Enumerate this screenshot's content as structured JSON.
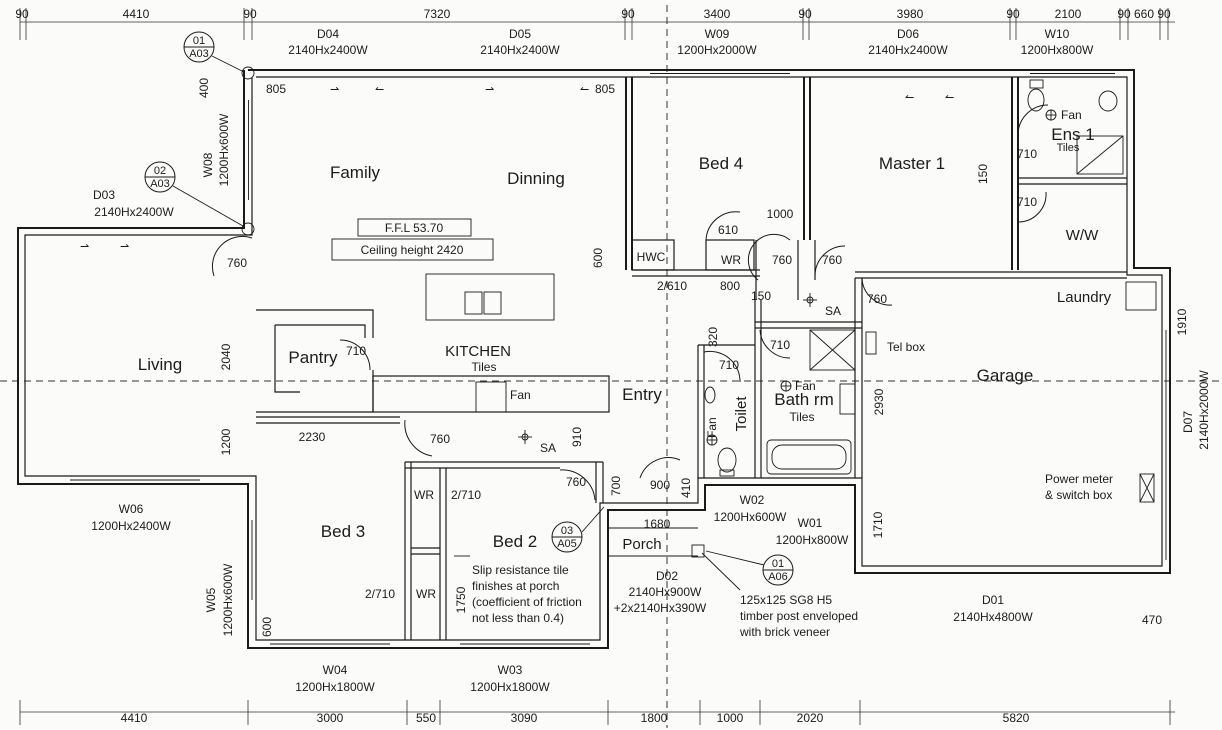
{
  "dimensions": {
    "top": [
      "90",
      "4410",
      "90",
      "7320",
      "90",
      "3400",
      "90",
      "3980",
      "90",
      "2100",
      "90",
      "660",
      "90"
    ],
    "bottom": [
      "4410",
      "3000",
      "550",
      "3090",
      "1800",
      "1000",
      "2020",
      "5820"
    ],
    "misc": {
      "d400": "400",
      "d805a": "805",
      "d805b": "805",
      "d1000": "1000",
      "d610": "610",
      "d600": "600",
      "d800": "800",
      "d150a": "150",
      "d150b": "150",
      "d2040": "2040",
      "d1200": "1200",
      "d2230": "2230",
      "d910": "910",
      "d700": "700",
      "d410": "410",
      "d1680": "1680",
      "d320": "320",
      "d2930": "2930",
      "d1910": "1910",
      "d1710": "1710",
      "d470": "470",
      "d1750": "1750",
      "d600b": "600",
      "d2_610": "2/610",
      "d2_710a": "2/710",
      "d2_710b": "2/710"
    },
    "doors": {
      "d760a": "760",
      "d760b": "760",
      "d760c": "760",
      "d760d": "760",
      "d760e": "760",
      "d760f": "760",
      "d710a": "710",
      "d710b": "710",
      "d710c": "710",
      "d710d": "710",
      "d710e": "710",
      "d900": "900"
    }
  },
  "openings": {
    "d04": {
      "name": "D04",
      "size": "2140Hx2400W"
    },
    "d05": {
      "name": "D05",
      "size": "2140Hx2400W"
    },
    "w09": {
      "name": "W09",
      "size": "1200Hx2000W"
    },
    "d06": {
      "name": "D06",
      "size": "2140Hx2400W"
    },
    "w10": {
      "name": "W10",
      "size": "1200Hx800W"
    },
    "w08": {
      "name": "W08",
      "size": "1200Hx600W"
    },
    "d03": {
      "name": "D03",
      "size": "2140Hx2400W"
    },
    "w06": {
      "name": "W06",
      "size": "1200Hx2400W"
    },
    "w05": {
      "name": "W05",
      "size": "1200Hx600W"
    },
    "w04": {
      "name": "W04",
      "size": "1200Hx1800W"
    },
    "w03": {
      "name": "W03",
      "size": "1200Hx1800W"
    },
    "d02": {
      "name": "D02",
      "size": "2140Hx900W",
      "size2": "+2x2140Hx390W"
    },
    "w02": {
      "name": "W02",
      "size": "1200Hx600W"
    },
    "w01": {
      "name": "W01",
      "size": "1200Hx800W"
    },
    "d01": {
      "name": "D01",
      "size": "2140Hx4800W"
    },
    "d07": {
      "name": "D07",
      "size": "2140Hx2000W"
    }
  },
  "rooms": {
    "family": "Family",
    "dinning": "Dinning",
    "bed4": "Bed 4",
    "master": "Master 1",
    "ens": "Ens 1",
    "ens_tiles": "Tiles",
    "ww": "W/W",
    "living": "Living",
    "pantry": "Pantry",
    "kitchen": "KITCHEN",
    "kitchen_tiles": "Tiles",
    "entry": "Entry",
    "toilet": "Toilet",
    "bath": "Bath rm",
    "bath_tiles": "Tiles",
    "garage": "Garage",
    "laundry": "Laundry",
    "bed3": "Bed 3",
    "bed2": "Bed 2",
    "porch": "Porch",
    "hwc": "HWC",
    "wr1": "WR",
    "wr2": "WR",
    "wr3": "WR"
  },
  "labels": {
    "ffl": "F.F.L 53.70",
    "ceiling": "Ceiling height 2420",
    "sa1": "SA",
    "sa2": "SA",
    "fan_kitchen": "Fan",
    "fan_ens": "Fan",
    "fan_bath": "Fan",
    "fan_toilet": "Fan",
    "telbox": "Tel box",
    "power1": "Power meter",
    "power2": "& switch box"
  },
  "notes": {
    "slip": [
      "Slip resistance tile",
      "finishes at porch",
      "(coefficient of friction",
      "not less than 0.4)"
    ],
    "post": [
      "125x125 SG8 H5",
      "timber post enveloped",
      "with brick veneer"
    ]
  },
  "tags": [
    {
      "top": "01",
      "bottom": "A03"
    },
    {
      "top": "02",
      "bottom": "A03"
    },
    {
      "top": "03",
      "bottom": "A05"
    },
    {
      "top": "01",
      "bottom": "A06"
    }
  ]
}
